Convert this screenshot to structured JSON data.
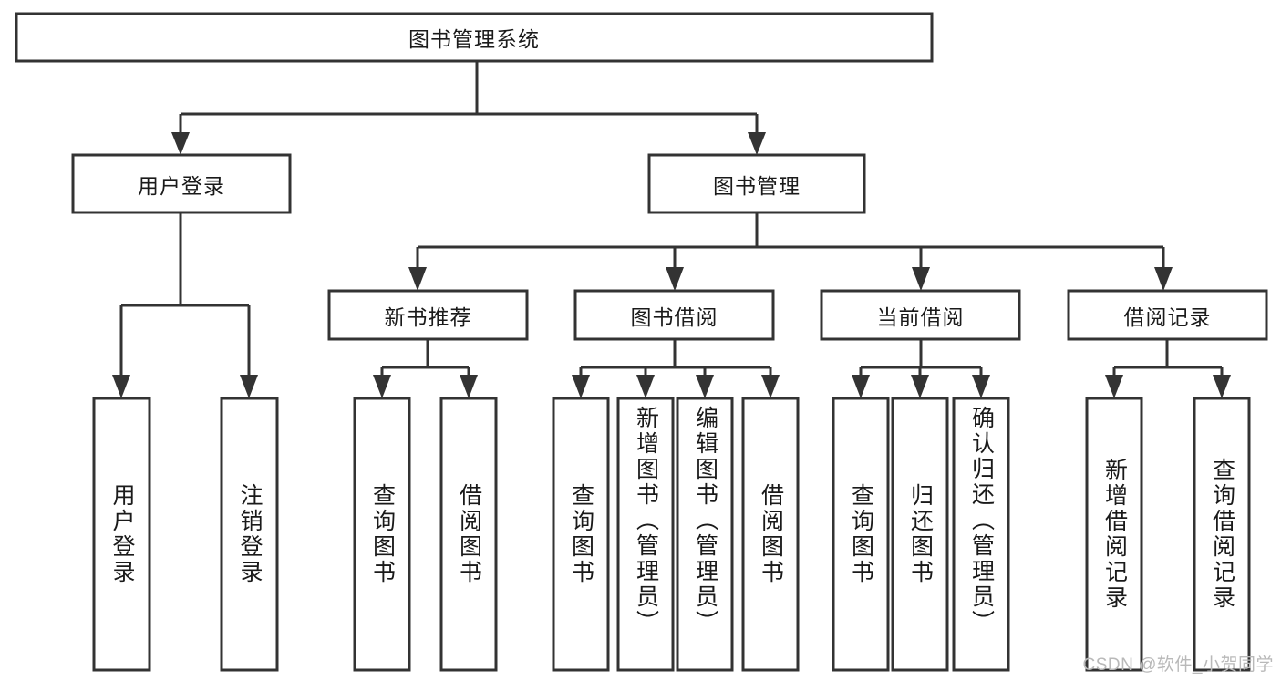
{
  "diagram": {
    "type": "tree-hierarchy-chart",
    "title": "图书管理系统",
    "watermark": "CSDN @软件_小贺同学",
    "colors": {
      "box_stroke": "#333333",
      "box_fill": "#ffffff",
      "text": "#1a1a1a",
      "background": "#ffffff",
      "watermark": "#b9b9b9"
    },
    "levels": [
      {
        "level": 1,
        "nodes": [
          {
            "id": "root",
            "label": "图书管理系统",
            "orientation": "horizontal"
          }
        ]
      },
      {
        "level": 2,
        "nodes": [
          {
            "id": "login",
            "label": "用户登录",
            "orientation": "horizontal",
            "parent": "root"
          },
          {
            "id": "bookmgmt",
            "label": "图书管理",
            "orientation": "horizontal",
            "parent": "root"
          }
        ]
      },
      {
        "level": 3,
        "nodes": [
          {
            "id": "newbook",
            "label": "新书推荐",
            "orientation": "horizontal",
            "parent": "bookmgmt"
          },
          {
            "id": "borrow",
            "label": "图书借阅",
            "orientation": "horizontal",
            "parent": "bookmgmt"
          },
          {
            "id": "current",
            "label": "当前借阅",
            "orientation": "horizontal",
            "parent": "bookmgmt"
          },
          {
            "id": "records",
            "label": "借阅记录",
            "orientation": "horizontal",
            "parent": "bookmgmt"
          }
        ]
      },
      {
        "level": 4,
        "nodes": [
          {
            "id": "leaf1",
            "label": "用户登录",
            "orientation": "vertical",
            "parent": "login",
            "align": "middle"
          },
          {
            "id": "leaf2",
            "label": "注销登录",
            "orientation": "vertical",
            "parent": "login",
            "align": "middle"
          },
          {
            "id": "leaf3",
            "label": "查询图书",
            "orientation": "vertical",
            "parent": "newbook",
            "align": "middle"
          },
          {
            "id": "leaf4",
            "label": "借阅图书",
            "orientation": "vertical",
            "parent": "newbook",
            "align": "middle"
          },
          {
            "id": "leaf5",
            "label": "查询图书",
            "orientation": "vertical",
            "parent": "borrow",
            "align": "middle"
          },
          {
            "id": "leaf6",
            "label": "新增图书（管理员）",
            "orientation": "vertical",
            "parent": "borrow",
            "align": "start"
          },
          {
            "id": "leaf7",
            "label": "编辑图书（管理员）",
            "orientation": "vertical",
            "parent": "borrow",
            "align": "start"
          },
          {
            "id": "leaf8",
            "label": "借阅图书",
            "orientation": "vertical",
            "parent": "borrow",
            "align": "middle"
          },
          {
            "id": "leaf9",
            "label": "查询图书",
            "orientation": "vertical",
            "parent": "current",
            "align": "middle"
          },
          {
            "id": "leaf10",
            "label": "归还图书",
            "orientation": "vertical",
            "parent": "current",
            "align": "middle"
          },
          {
            "id": "leaf11",
            "label": "确认归还（管理员）",
            "orientation": "vertical",
            "parent": "current",
            "align": "start"
          },
          {
            "id": "leaf12",
            "label": "新增借阅记录",
            "orientation": "vertical",
            "parent": "records",
            "align": "middle"
          },
          {
            "id": "leaf13",
            "label": "查询借阅记录",
            "orientation": "vertical",
            "parent": "records",
            "align": "middle"
          }
        ]
      }
    ]
  }
}
